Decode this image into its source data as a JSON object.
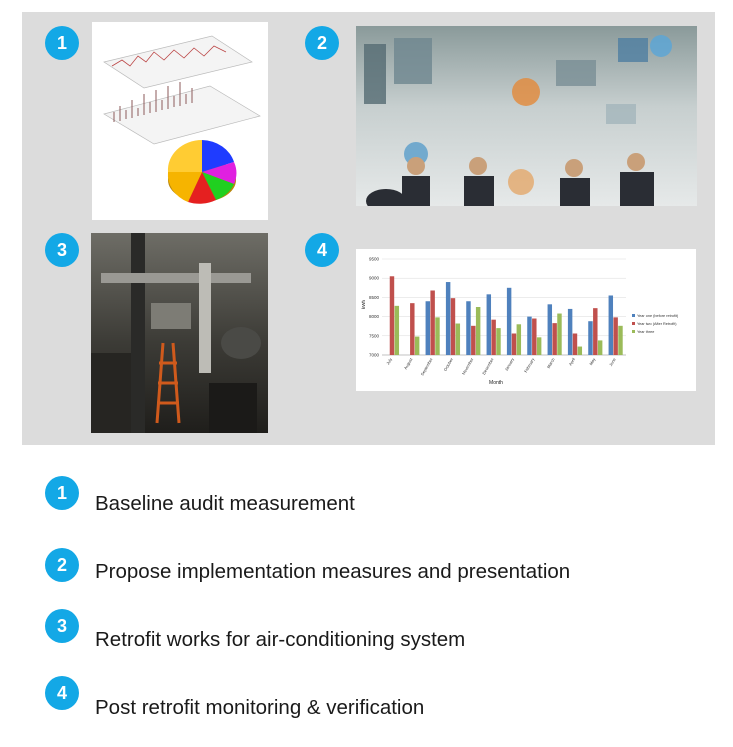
{
  "badges": [
    "1",
    "2",
    "3",
    "4"
  ],
  "steps": [
    {
      "number": "1",
      "label": "Baseline audit measurement"
    },
    {
      "number": "2",
      "label": "Propose implementation measures and presentation"
    },
    {
      "number": "3",
      "label": "Retrofit works for air-conditioning system"
    },
    {
      "number": "4",
      "label": "Post retrofit monitoring & verification"
    }
  ],
  "chart_data": {
    "type": "bar",
    "categories": [
      "July",
      "August",
      "September",
      "October",
      "November",
      "December",
      "January",
      "February",
      "March",
      "April",
      "May",
      "June"
    ],
    "series": [
      {
        "name": "Year one (before retrofit)",
        "color": "#4f81bd",
        "values": [
          0,
          0,
          8400,
          8900,
          8400,
          8580,
          8750,
          8000,
          8320,
          8200,
          7880,
          8550
        ]
      },
      {
        "name": "Year two (After Retrofit)",
        "color": "#c0504d",
        "values": [
          9050,
          8350,
          8680,
          8480,
          7760,
          7920,
          7560,
          7950,
          7830,
          7560,
          8220,
          7980
        ]
      },
      {
        "name": "Year three",
        "color": "#9bbb59",
        "values": [
          8280,
          7480,
          7980,
          7820,
          8250,
          7700,
          7800,
          7460,
          8080,
          7220,
          7380,
          7760
        ]
      }
    ],
    "yticks": [
      "9500",
      "9000",
      "8500",
      "8000",
      "7500",
      "7000"
    ],
    "ylim": [
      7000,
      9500
    ],
    "ylabel": "kWh",
    "xlabel": "Month"
  }
}
